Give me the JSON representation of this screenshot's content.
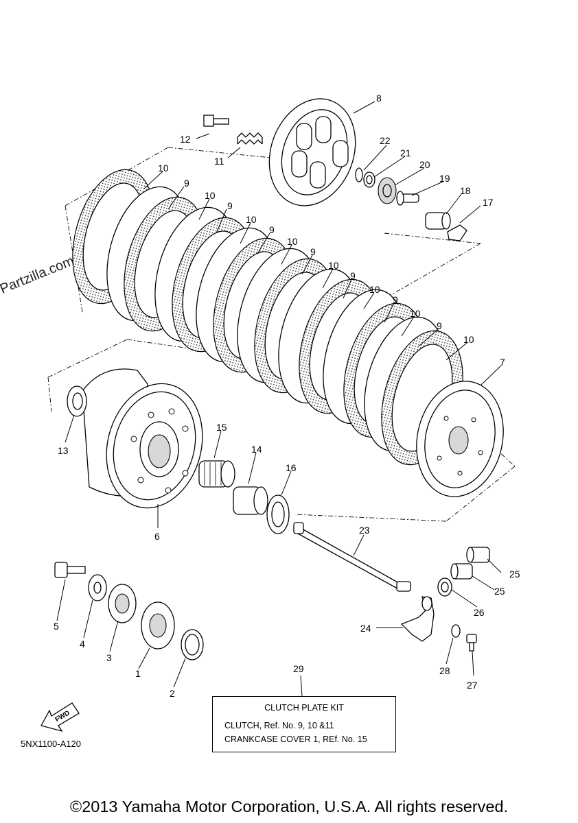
{
  "watermark": "© Partzilla.com",
  "diagram_code": "5NX1100-A120",
  "copyright": "©2013 Yamaha Motor Corporation, U.S.A. All rights reserved.",
  "fwd_label": "FWD",
  "kit": {
    "number": "29",
    "title": "CLUTCH PLATE KIT",
    "line1": "CLUTCH, Ref. No. 9, 10 &11",
    "line2": "CRANKCASE COVER 1, REf. No. 15"
  },
  "callouts": {
    "c1": "1",
    "c2": "2",
    "c3": "3",
    "c4": "4",
    "c5": "5",
    "c6": "6",
    "c7": "7",
    "c8": "8",
    "c9a": "9",
    "c9b": "9",
    "c9c": "9",
    "c9d": "9",
    "c9e": "9",
    "c9f": "9",
    "c10a": "10",
    "c10b": "10",
    "c10c": "10",
    "c10d": "10",
    "c10e": "10",
    "c10f": "10",
    "c10g": "10",
    "c11": "11",
    "c12": "12",
    "c13": "13",
    "c14": "14",
    "c15": "15",
    "c16": "16",
    "c17": "17",
    "c18": "18",
    "c19": "19",
    "c20": "20",
    "c21": "21",
    "c22": "22",
    "c23": "23",
    "c24": "24",
    "c25a": "25",
    "c25b": "25",
    "c26": "26",
    "c27": "27",
    "c28": "28"
  }
}
